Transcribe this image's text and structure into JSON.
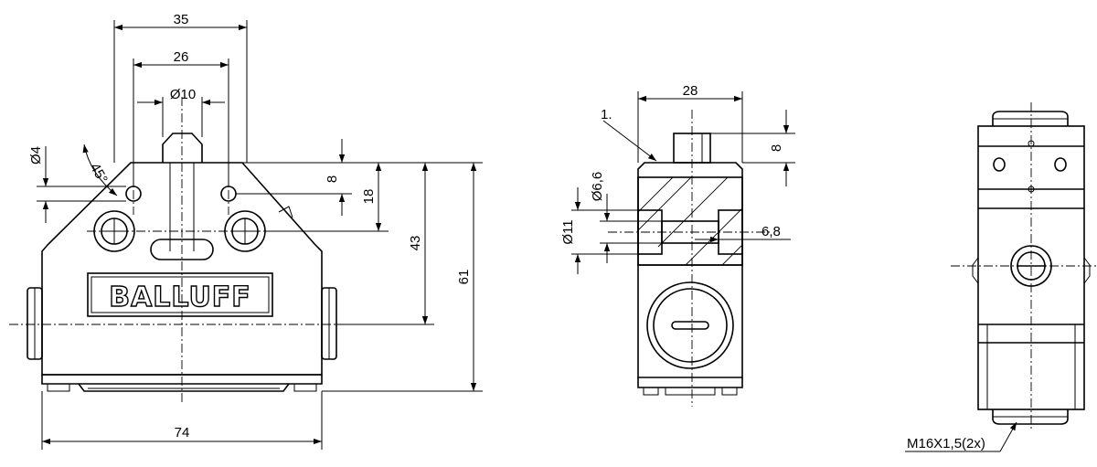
{
  "brand": "BALLUFF",
  "front_view": {
    "dims": {
      "width_35": "35",
      "width_26": "26",
      "dia_10": "Ø10",
      "dia_4": "Ø4",
      "angle_45": "45°",
      "height_8": "8",
      "height_18": "18",
      "height_43": "43",
      "height_61": "61",
      "width_74": "74"
    }
  },
  "side_view": {
    "dims": {
      "width_28": "28",
      "height_8": "8",
      "dia_6_6": "Ø6,6",
      "dia_11": "Ø11",
      "depth_6_8": "6,8"
    },
    "callout": "1."
  },
  "end_view": {
    "thread": "M16X1,5(2x)"
  }
}
